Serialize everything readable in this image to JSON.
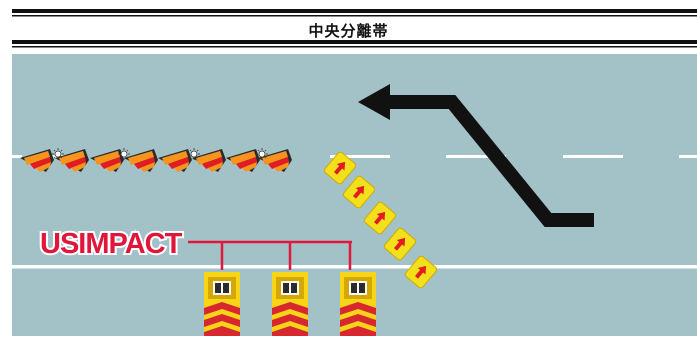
{
  "median_label": "中央分離帯",
  "callout_label": "USIMPACT",
  "colors": {
    "road": "#a3c2c8",
    "lane_mark": "#ffffff",
    "arrow": "#111111",
    "callout": "#e0163a",
    "cone_orange": "#f7941d",
    "cone_dark": "#2b2b2b",
    "sign_yellow": "#f2e01a",
    "sign_red": "#e31b23",
    "attenuator_yellow": "#f6d417",
    "attenuator_red": "#d7282f"
  },
  "traffic_cones": 8,
  "arrow_board_signs": 5,
  "attenuator_trucks": 3,
  "icons": [
    "lane-change-arrow-icon",
    "traffic-cone-icon",
    "arrow-board-icon",
    "impact-attenuator-icon",
    "warning-light-icon"
  ]
}
